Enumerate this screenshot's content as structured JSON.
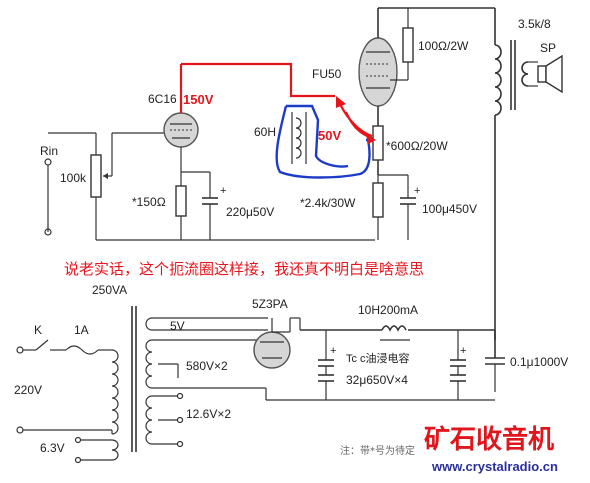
{
  "labels": {
    "rin": "Rin",
    "pot_100k": "100k",
    "tube_6c16": "6C16",
    "v150": "150V",
    "r_150": "*150Ω",
    "c_220": "220μ50V",
    "fu50": "FU50",
    "r_100_2w": "100Ω/2W",
    "choke_60h": "60H",
    "v50": "50V",
    "r_600": "*600Ω/20W",
    "r_2k4": "*2.4k/30W",
    "c_100": "100μ450V",
    "transformer_out": "3.5k/8",
    "speaker": "SP",
    "power_trans": "250VA",
    "rectifier": "5Z3PA",
    "filter_choke": "10H200mA",
    "switch_k": "K",
    "fuse_1a": "1A",
    "mains": "220V",
    "heater_63": "6.3V",
    "sec_5v": "5V",
    "sec_580": "580V×2",
    "sec_126": "12.6V×2",
    "caps_note": "Tc c油浸电容",
    "caps_value": "32μ650V×4",
    "c_01": "0.1μ1000V",
    "footnote": "注：带*号为待定"
  },
  "comment": "说老实话，这个扼流圈这样接，我还真不明白是啥意思",
  "watermark": {
    "cn": "矿石收音机",
    "url": "www.crystalradio.cn"
  },
  "colors": {
    "annotation_red": "#e8141c",
    "highlight_blue": "#1c3bc9",
    "watermark_red": "#e0161d",
    "watermark_blue": "#2a2f9c"
  }
}
